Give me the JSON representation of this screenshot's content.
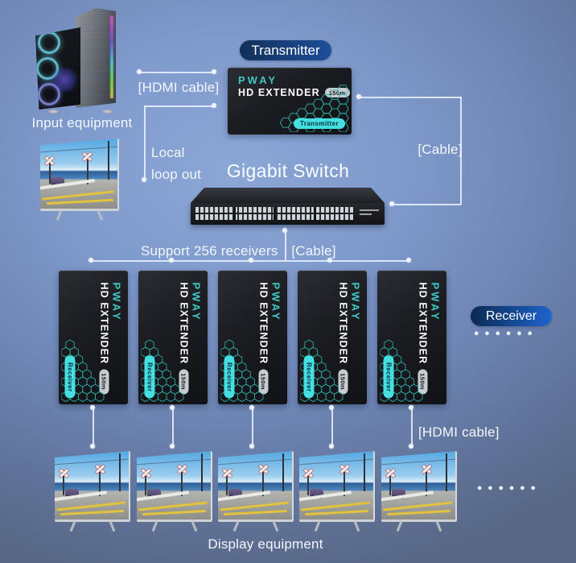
{
  "transmitter_section": {
    "tag": "Transmitter"
  },
  "receiver_section": {
    "tag": "Receiver",
    "more_dots": "••••••"
  },
  "device": {
    "brand": "PWAY",
    "model": "HD EXTENDER",
    "range": "150m",
    "transmitter_role": "Transmitter",
    "receiver_role": "Receiver"
  },
  "labels": {
    "input_equipment": "Input equipment",
    "hdmi_cable_top": "[HDMI cable]",
    "local_loop_out_line1": "Local",
    "local_loop_out_line2": "loop out",
    "cable_right": "[Cable]",
    "gigabit_switch": "Gigabit Switch",
    "support_receivers": "Support 256 receivers",
    "cable_mid": "[Cable]",
    "hdmi_cable_bottom": "[HDMI cable]",
    "display_equipment": "Display equipment"
  },
  "colors": {
    "background_light": "#8ba7d6",
    "background_dark": "#576684",
    "accent_teal": "#3fc8c2",
    "badge_cyan": "#45dfe2",
    "pill_navy": "#123059",
    "pill_blue": "#1e64cd",
    "device_black": "#17191d",
    "connector_white": "#f0f5fc"
  }
}
